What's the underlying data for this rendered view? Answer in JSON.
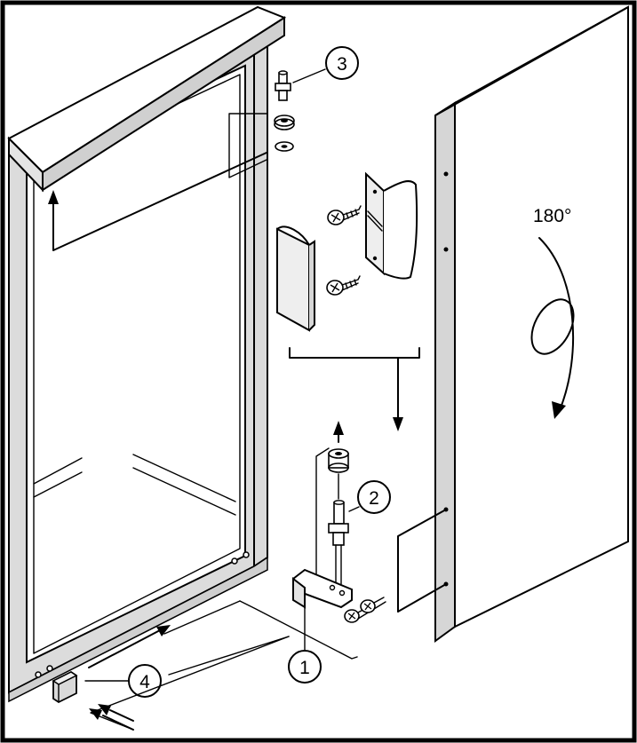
{
  "callouts": {
    "c1": "1",
    "c2": "2",
    "c3": "3",
    "c4": "4"
  },
  "rotation_label": "180°",
  "colors": {
    "line": "#000000",
    "panel_gray": "#d9d9d9",
    "light_gray": "#ececec",
    "background": "#ffffff"
  }
}
